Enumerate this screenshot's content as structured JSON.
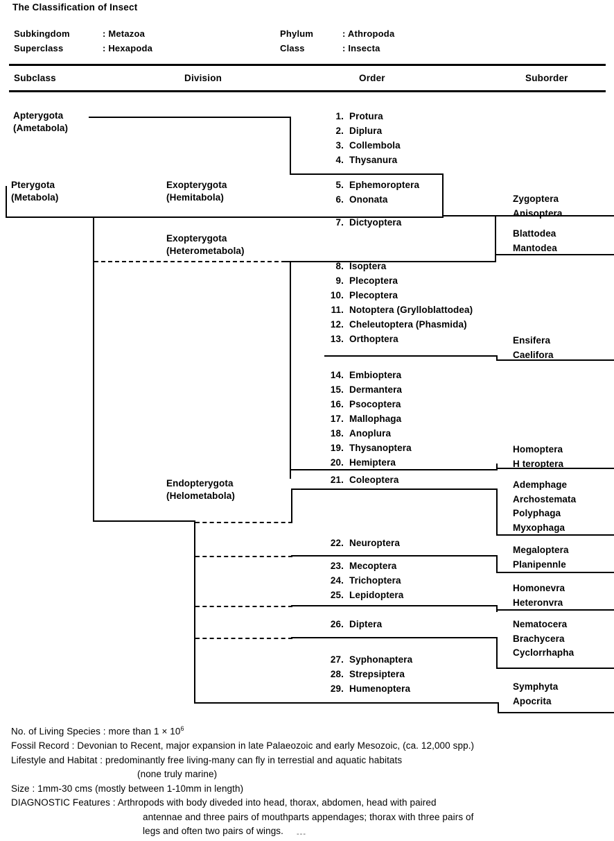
{
  "title": "The Classification of Insect",
  "meta": {
    "rows": [
      {
        "label": "Subkingdom",
        "value": ": Metazoa"
      },
      {
        "label": "Superclass",
        "value": ": Hexapoda"
      },
      {
        "label": "Phylum",
        "value": ": Athropoda"
      },
      {
        "label": "Class",
        "value": ": Insecta"
      }
    ]
  },
  "columns": {
    "subclass": "Subclass",
    "division": "Division",
    "order": "Order",
    "suborder": "Suborder"
  },
  "subclasses": [
    {
      "name": "Apterygota",
      "alt": "(Ametabola)"
    },
    {
      "name": "Pterygota",
      "alt": "(Metabola)"
    }
  ],
  "divisions": [
    {
      "name": "Exopterygota",
      "alt": "(Hemitabola)"
    },
    {
      "name": "Exopterygota",
      "alt": "(Heterometabola)"
    },
    {
      "name": "Endopterygota",
      "alt": "(Helometabola)"
    }
  ],
  "orders": [
    {
      "num": "1.",
      "name": "Protura"
    },
    {
      "num": "2.",
      "name": "Diplura"
    },
    {
      "num": "3.",
      "name": "Collembola"
    },
    {
      "num": "4.",
      "name": "Thysanura"
    },
    {
      "num": "5.",
      "name": "Ephemoroptera"
    },
    {
      "num": "6.",
      "name": "Ononata"
    },
    {
      "num": "7.",
      "name": "Dictyoptera"
    },
    {
      "num": "8.",
      "name": "Isoptera"
    },
    {
      "num": "9.",
      "name": "Plecoptera"
    },
    {
      "num": "10.",
      "name": "Plecoptera"
    },
    {
      "num": "11.",
      "name": "Notoptera (Grylloblattodea)"
    },
    {
      "num": "12.",
      "name": "Cheleutoptera (Phasmida)"
    },
    {
      "num": "13.",
      "name": "Orthoptera"
    },
    {
      "num": "14.",
      "name": "Embioptera"
    },
    {
      "num": "15.",
      "name": "Dermantera"
    },
    {
      "num": "16.",
      "name": "Psocoptera"
    },
    {
      "num": "17.",
      "name": "Mallophaga"
    },
    {
      "num": "18.",
      "name": "Anoplura"
    },
    {
      "num": "19.",
      "name": "Thysanoptera"
    },
    {
      "num": "20.",
      "name": "Hemiptera"
    },
    {
      "num": "21.",
      "name": "Coleoptera"
    },
    {
      "num": "22.",
      "name": "Neuroptera"
    },
    {
      "num": "23.",
      "name": "Mecoptera"
    },
    {
      "num": "24.",
      "name": "Trichoptera"
    },
    {
      "num": "25.",
      "name": "Lepidoptera"
    },
    {
      "num": "26.",
      "name": "Diptera"
    },
    {
      "num": "27.",
      "name": "Syphonaptera"
    },
    {
      "num": "28.",
      "name": "Strepsiptera"
    },
    {
      "num": "29.",
      "name": "Humenoptera"
    }
  ],
  "suborder_groups": [
    {
      "for_order": "6",
      "items": [
        "Zygoptera",
        "Anisoptera"
      ]
    },
    {
      "for_order": "7",
      "items": [
        "Blattodea",
        "Mantodea"
      ]
    },
    {
      "for_order": "13",
      "items": [
        "Ensifera",
        "Caelifora"
      ]
    },
    {
      "for_order": "20",
      "items": [
        "Homoptera",
        "H  teroptera"
      ]
    },
    {
      "for_order": "21",
      "items": [
        "Ademphage",
        "Archostemata",
        "Polyphaga",
        "Myxophaga"
      ]
    },
    {
      "for_order": "22",
      "items": [
        "Megaloptera",
        "Planipennle"
      ]
    },
    {
      "for_order": "25",
      "items": [
        "Homonevra",
        "Heteronvra"
      ]
    },
    {
      "for_order": "26",
      "items": [
        "Nematocera",
        "Brachycera",
        "Cyclorrhapha"
      ]
    },
    {
      "for_order": "29",
      "items": [
        "Symphyta",
        "Apocrita"
      ]
    }
  ],
  "notes": [
    {
      "text": "No. of Living Species : more than 1  ×  10",
      "sup": "6",
      "indent": 0
    },
    {
      "text": "Fossil Record : Devonian to Recent, major expansion in late Palaeozoic and early Mesozoic, (ca. 12,000 spp.)",
      "indent": 0
    },
    {
      "text": "Lifestyle and Habitat : predominantly free living-many can fly in terrestial and aquatic habitats",
      "indent": 0
    },
    {
      "text": "(none truly marine)",
      "indent": 1
    },
    {
      "text": "Size : 1mm-30 cms (mostly between 1-10mm in length)",
      "indent": 0
    },
    {
      "text": "DIAGNOSTIC Features : Arthropods with body diveded into head, thorax, abdomen, head with paired",
      "indent": 0
    },
    {
      "text": "antennae and three pairs of mouthparts appendages; thorax with three pairs of",
      "indent": 2
    },
    {
      "text": "legs and often two pairs of wings.",
      "indent": 2
    }
  ],
  "page_marker": "---"
}
